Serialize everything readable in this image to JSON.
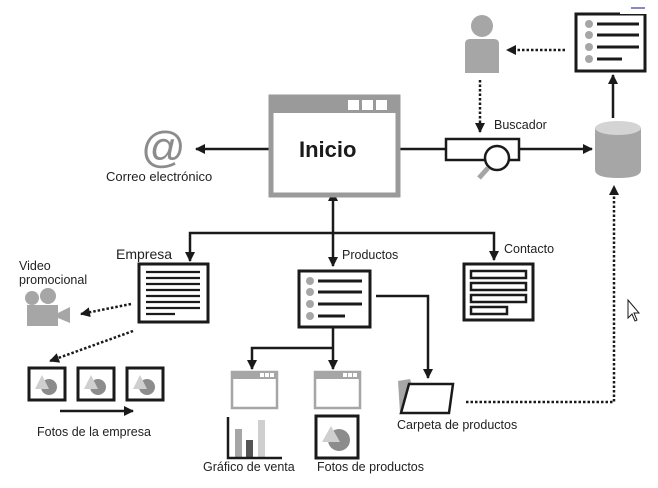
{
  "diagram": {
    "title": "Inicio",
    "nodes": {
      "inicio": {
        "label": "Inicio",
        "icon": "browser-window-icon"
      },
      "correo": {
        "label": "Correo electrónico",
        "icon": "at-sign-icon",
        "glyph": "@"
      },
      "buscador": {
        "label": "Buscador",
        "icon": "search-box-icon"
      },
      "database": {
        "label": "",
        "icon": "database-icon"
      },
      "results": {
        "label": "",
        "icon": "list-document-icon"
      },
      "user": {
        "label": "",
        "icon": "user-icon"
      },
      "empresa": {
        "label": "Empresa",
        "icon": "text-document-icon"
      },
      "productos": {
        "label": "Productos",
        "icon": "list-document-icon"
      },
      "contacto": {
        "label": "Contacto",
        "icon": "form-icon"
      },
      "video": {
        "label_line1": "Video",
        "label_line2": "promocional",
        "icon": "video-camera-icon"
      },
      "fotos_empresa": {
        "label": "Fotos de la empresa",
        "icon": "photo-icon",
        "count": 3
      },
      "grafico": {
        "label": "Gráfico de venta",
        "icon": "bar-chart-icon"
      },
      "fotos_productos": {
        "label": "Fotos de productos",
        "icon": "photo-icon"
      },
      "carpeta": {
        "label": "Carpeta de productos",
        "icon": "folder-icon"
      }
    },
    "edges": [
      {
        "from": "inicio",
        "to": "correo",
        "style": "solid"
      },
      {
        "from": "inicio",
        "to": "buscador",
        "style": "solid"
      },
      {
        "from": "buscador",
        "to": "database",
        "style": "solid"
      },
      {
        "from": "database",
        "to": "results",
        "style": "solid"
      },
      {
        "from": "results",
        "to": "user",
        "style": "dotted"
      },
      {
        "from": "user",
        "to": "buscador",
        "style": "dotted"
      },
      {
        "from": "carpeta",
        "to": "database",
        "style": "dotted"
      },
      {
        "from": "inicio",
        "to": "empresa",
        "style": "solid"
      },
      {
        "from": "inicio",
        "to": "productos",
        "style": "solid",
        "bidirectional": true
      },
      {
        "from": "inicio",
        "to": "contacto",
        "style": "solid"
      },
      {
        "from": "empresa",
        "to": "video",
        "style": "dotted"
      },
      {
        "from": "empresa",
        "to": "fotos_empresa",
        "style": "dotted"
      },
      {
        "from": "productos",
        "to": "grafico",
        "style": "solid"
      },
      {
        "from": "productos",
        "to": "fotos_productos",
        "style": "solid"
      },
      {
        "from": "productos",
        "to": "carpeta",
        "style": "solid"
      }
    ],
    "colors": {
      "line": "#1a1a1a",
      "icon_gray": "#a6a6a6",
      "icon_dark_gray": "#8c8c8c",
      "icon_light_gray": "#cfcfcf",
      "bar_dark": "#555555"
    }
  }
}
